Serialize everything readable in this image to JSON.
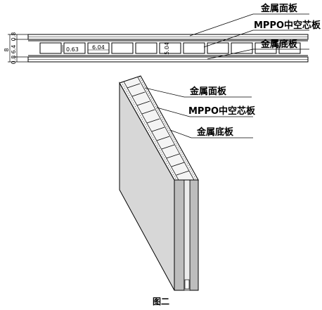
{
  "cross_section": {
    "labels": {
      "top_skin": "金属面板",
      "core": "MPPO中空芯板",
      "bottom_skin": "金属底板"
    },
    "dims": {
      "total": "8",
      "top": "0.8",
      "mid": "6.4",
      "bottom": "0.8",
      "wall": "0.63",
      "cell_width": "6.04",
      "cell_height": "5.04"
    }
  },
  "isometric": {
    "labels": {
      "top_skin": "金属面板",
      "core": "MPPO中空芯板",
      "bottom_skin": "金属底板"
    }
  },
  "caption": "图二"
}
